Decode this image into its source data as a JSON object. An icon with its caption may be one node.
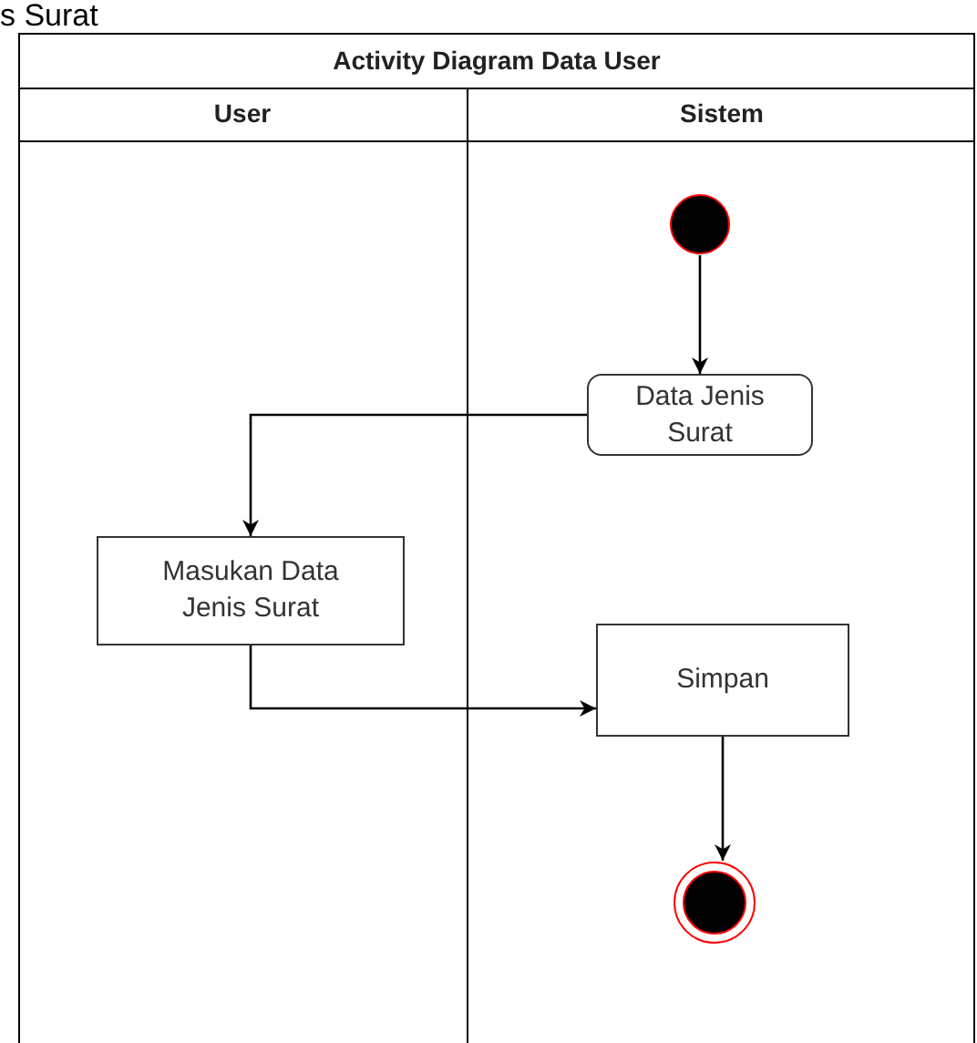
{
  "diagram": {
    "nodes": [
      {
        "text": [
          "Activity Diagram Data User"
        ]
      },
      {
        "text": [
          "User"
        ],
        "in": 0
      },
      {
        "text": [
          "Sistem"
        ],
        "in": 0
      },
      {
        "text": [],
        "shape": "circle",
        "in": 2
      },
      {
        "text": [
          "Data Jenis Surat"
        ],
        "in": 2
      },
      {
        "text": [
          "Masukan Data Jenis Surat"
        ],
        "in": 1
      },
      {
        "text": [
          "Simpan"
        ],
        "in": 2
      },
      {
        "text": [],
        "shape": "circle",
        "in": 2
      }
    ],
    "edges": [
      {
        "from": 3,
        "to": 4,
        "arrow": "to"
      },
      {
        "from": 4,
        "to": 5,
        "arrow": "to"
      },
      {
        "from": 5,
        "to": 6,
        "arrow": "to"
      },
      {
        "from": 6,
        "to": 7,
        "arrow": "to"
      }
    ],
    "labels": [
      "s Surat"
    ]
  }
}
